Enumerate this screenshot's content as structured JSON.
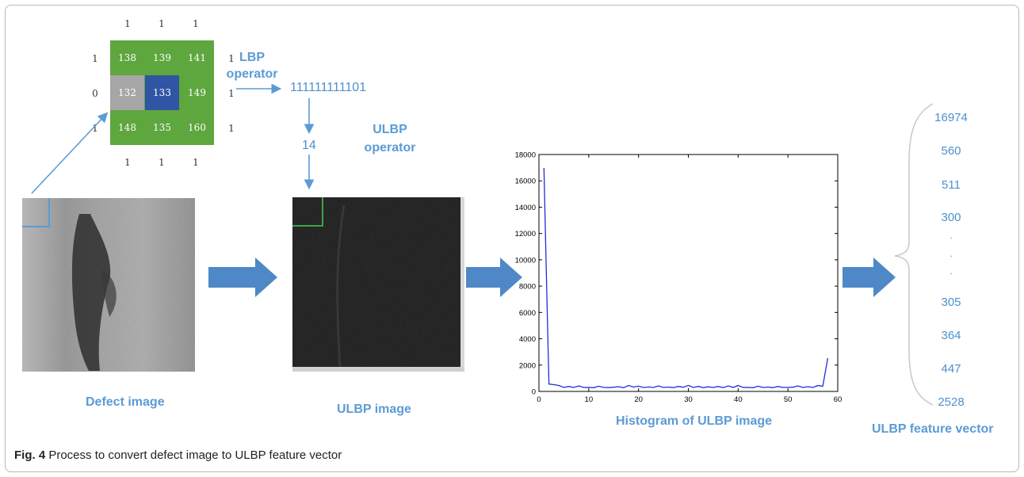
{
  "grid": {
    "top_labels": [
      "1",
      "1",
      "1"
    ],
    "bottom_labels": [
      "1",
      "1",
      "1"
    ],
    "left_labels": [
      "1",
      "0",
      "1"
    ],
    "right_labels": [
      "1",
      "1",
      "1"
    ],
    "cells": [
      "138",
      "139",
      "141",
      "132",
      "133",
      "149",
      "148",
      "135",
      "160"
    ],
    "colors": {
      "green": "#5ea63e",
      "gray": "#a6a6a6",
      "center": "#2f55a4"
    }
  },
  "lbp_label": "LBP\noperator",
  "binary_code": "111111111101",
  "decimal_code": "14",
  "ulbp_label": "ULBP\noperator",
  "defect_label": "Defect image",
  "ulbp_image_label": "ULBP image",
  "histogram_label": "Histogram of ULBP image",
  "feature_label": "ULBP feature vector",
  "feature_values": [
    "16974",
    "560",
    "511",
    "300",
    ".",
    ".",
    ".",
    "305",
    "364",
    "447",
    "2528"
  ],
  "caption": {
    "prefix": "Fig. 4",
    "text": " Process to convert defect image to ULBP feature vector"
  },
  "chart_data": {
    "type": "line",
    "x": [
      1,
      1.5,
      2,
      3,
      4,
      5,
      6,
      7,
      8,
      9,
      10,
      11,
      12,
      13,
      14,
      15,
      16,
      17,
      18,
      19,
      20,
      21,
      22,
      23,
      24,
      25,
      26,
      27,
      28,
      29,
      30,
      31,
      32,
      33,
      34,
      35,
      36,
      37,
      38,
      39,
      40,
      41,
      42,
      43,
      44,
      45,
      46,
      47,
      48,
      49,
      50,
      51,
      52,
      53,
      54,
      55,
      56,
      57,
      58
    ],
    "y": [
      16974,
      8800,
      560,
      511,
      450,
      300,
      380,
      300,
      420,
      300,
      310,
      280,
      400,
      300,
      290,
      320,
      360,
      280,
      460,
      330,
      400,
      300,
      340,
      300,
      420,
      300,
      330,
      290,
      380,
      320,
      460,
      300,
      380,
      290,
      350,
      300,
      380,
      290,
      420,
      300,
      450,
      300,
      310,
      280,
      400,
      300,
      330,
      290,
      380,
      300,
      305,
      320,
      420,
      300,
      364,
      300,
      447,
      400,
      2528
    ],
    "xlim": [
      0,
      60
    ],
    "ylim": [
      0,
      18000
    ],
    "xticks": [
      "0",
      "10",
      "20",
      "30",
      "40",
      "50",
      "60"
    ],
    "yticks": [
      "0",
      "2000",
      "4000",
      "6000",
      "8000",
      "10000",
      "12000",
      "14000",
      "16000",
      "18000"
    ],
    "line_color": "#1f2fd6"
  }
}
